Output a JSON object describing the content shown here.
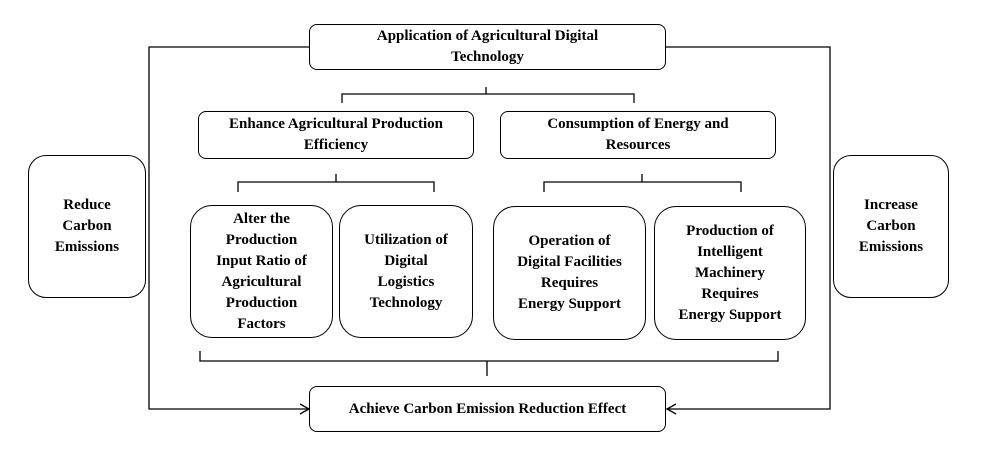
{
  "diagram": {
    "top_box": "Application of Agricultural Digital\nTechnology",
    "branch_left": "Enhance Agricultural Production\nEfficiency",
    "branch_right": "Consumption of Energy and\nResources",
    "side_left": "Reduce\nCarbon\nEmissions",
    "side_right": "Increase\nCarbon\nEmissions",
    "leaf_1": "Alter the\nProduction\nInput Ratio of\nAgricultural\nProduction\nFactors",
    "leaf_2": "Utilization of\nDigital\nLogistics\nTechnology",
    "leaf_3": "Operation of\nDigital Facilities\nRequires\nEnergy Support",
    "leaf_4": "Production of\nIntelligent\nMachinery\nRequires\nEnergy Support",
    "bottom_box": "Achieve Carbon Emission Reduction Effect"
  }
}
